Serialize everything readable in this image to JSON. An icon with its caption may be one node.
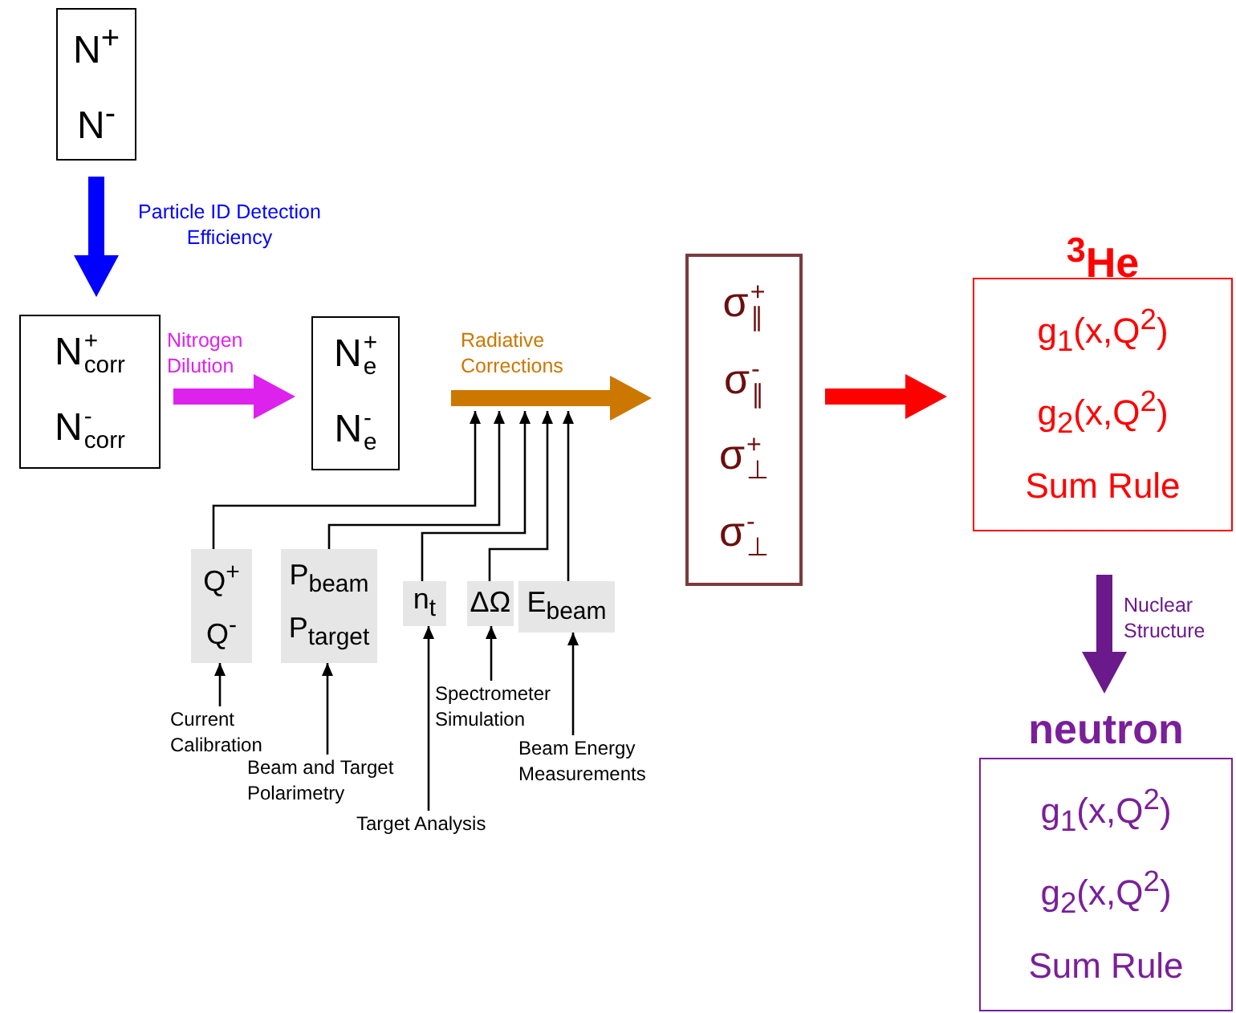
{
  "diagram": {
    "nodes": [
      {
        "text": [
          "N$^{+}$",
          "N$^{-}$"
        ]
      },
      {
        "text": [
          "N$^{+}$$_{corr}$",
          "N$^{-}$$_{corr}$"
        ]
      },
      {
        "text": [
          "N$^{+}$$_{e}$",
          "N$^{-}$$_{e}$"
        ]
      },
      {
        "text": [
          "σ$_{∥}$$^{+}$",
          "σ$_{∥}$$^{-}$",
          "σ$_{⊥}$$^{+}$",
          "σ$_{⊥}$$^{-}$"
        ]
      },
      {
        "text": [
          "$^{3}$He",
          "g$_{1}$(x,Q$^{2}$)",
          "g$_{2}$(x,Q$^{2}$)",
          "Sum Rule"
        ]
      },
      {
        "text": [
          "neutron",
          "g$_{1}$(x,Q$^{2}$)",
          "g$_{2}$(x,Q$^{2}$)",
          "Sum Rule"
        ]
      },
      {
        "text": [
          "Q$^{+}$",
          "Q$^{-}$"
        ]
      },
      {
        "text": [
          "P$_{beam}$",
          "P$_{target}$"
        ]
      },
      {
        "text": [
          "n$_{t}$"
        ]
      },
      {
        "text": [
          "ΔΩ"
        ]
      },
      {
        "text": [
          "E$_{beam}$"
        ]
      },
      {
        "text": [
          "Current Calibration"
        ]
      },
      {
        "text": [
          "Beam and Target Polarimetry"
        ]
      },
      {
        "text": [
          "Target Analysis"
        ]
      },
      {
        "text": [
          "Spectrometer Simulation"
        ]
      },
      {
        "text": [
          "Beam Energy Measurements"
        ]
      }
    ],
    "edges": [
      {
        "from": 0,
        "to": 1,
        "arrow": "to",
        "label": "Particle ID Detection Efficiency",
        "style": "thick",
        "color": "#0000ff"
      },
      {
        "from": 1,
        "to": 2,
        "arrow": "to",
        "label": "Nitrogen Dilution",
        "style": "thick",
        "color": "#dd22ee"
      },
      {
        "from": 2,
        "to": 3,
        "arrow": "to",
        "label": "Radiative Corrections",
        "style": "thick",
        "color": "#cc7700"
      },
      {
        "from": 3,
        "to": 4,
        "arrow": "to",
        "style": "thick",
        "color": "#ff0000"
      },
      {
        "from": 4,
        "to": 5,
        "arrow": "to",
        "label": "Nuclear Structure",
        "style": "thick",
        "color": "#6a1a8a"
      },
      {
        "from": 6,
        "to": null,
        "arrow": "to"
      },
      {
        "from": 7,
        "to": null,
        "arrow": "to"
      },
      {
        "from": 8,
        "to": null,
        "arrow": "to"
      },
      {
        "from": 9,
        "to": null,
        "arrow": "to"
      },
      {
        "from": 10,
        "to": null,
        "arrow": "to"
      },
      {
        "from": 11,
        "to": 6,
        "arrow": "to"
      },
      {
        "from": 12,
        "to": 7,
        "arrow": "to"
      },
      {
        "from": 13,
        "to": 8,
        "arrow": "to"
      },
      {
        "from": 14,
        "to": 9,
        "arrow": "to"
      },
      {
        "from": 15,
        "to": 10,
        "arrow": "to"
      }
    ]
  }
}
